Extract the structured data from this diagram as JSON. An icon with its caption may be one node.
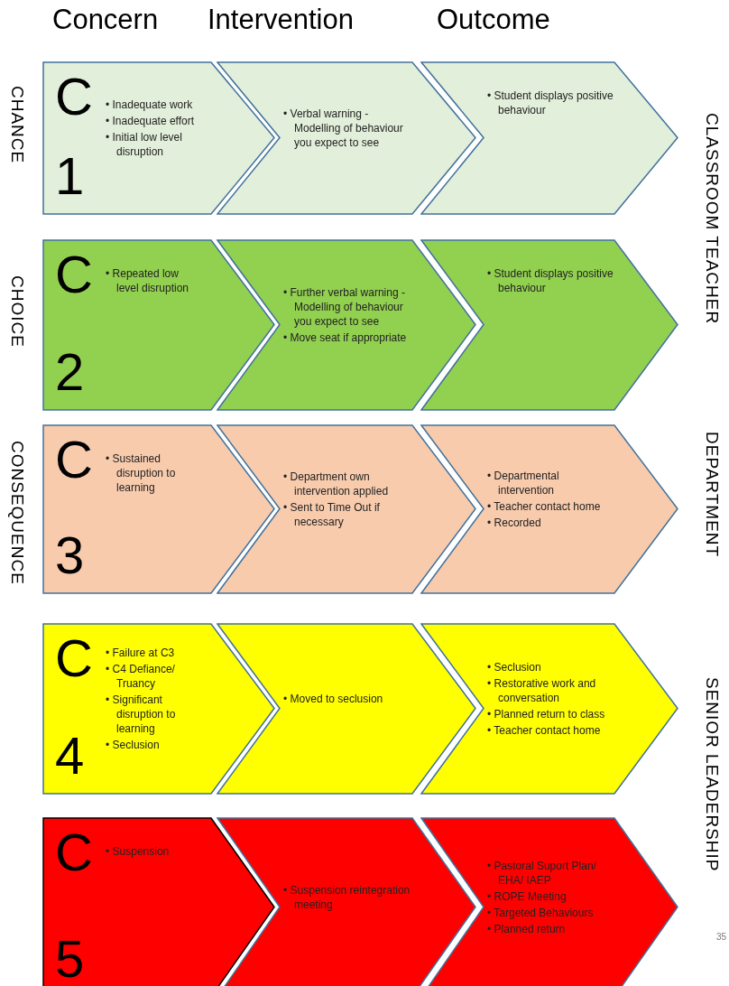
{
  "diagram": {
    "nodes": [
      {
        "text": [
          "C",
          "1",
          "• Inadequate work",
          "• Inadequate effort",
          "• Initial low level disruption"
        ]
      },
      {
        "text": [
          "• Verbal warning - Modelling of behaviour you expect to see"
        ]
      },
      {
        "text": [
          "• Student displays positive behaviour"
        ]
      },
      {
        "text": [
          "C",
          "2",
          "• Repeated low level disruption"
        ]
      },
      {
        "text": [
          "• Further verbal warning - Modelling of behaviour you expect to see",
          "• Move seat if appropriate"
        ]
      },
      {
        "text": [
          "• Student displays positive behaviour"
        ]
      },
      {
        "text": [
          "C",
          "3",
          "• Sustained disruption to learning"
        ]
      },
      {
        "text": [
          "• Department own intervention applied",
          "• Sent to Time Out if necessary"
        ]
      },
      {
        "text": [
          "• Departmental intervention",
          "• Teacher contact home",
          "• Recorded"
        ]
      },
      {
        "text": [
          "C",
          "4",
          "• Failure at C3",
          "• C4 Defiance/ Truancy",
          "• Significant disruption to learning",
          "• Seclusion"
        ]
      },
      {
        "text": [
          "• Moved to seclusion"
        ]
      },
      {
        "text": [
          "• Seclusion",
          "• Restorative work and conversation",
          "• Planned return to class",
          "• Teacher contact home"
        ]
      },
      {
        "text": [
          "C",
          "5",
          "• Suspension"
        ]
      },
      {
        "text": [
          "• Suspension reintegration meeting"
        ]
      },
      {
        "text": [
          "• Pastoral Suport Plan/ EHA/ IAEP",
          "• ROPE Meeting",
          "• Targeted Behaviours",
          "• Planned return"
        ]
      }
    ],
    "edges": [],
    "labels": [
      "Concern",
      "Intervention",
      "Outcome",
      "CHANCE",
      "CHOICE",
      "CONSEQUENCE",
      "CLASSROOM TEACHER",
      "DEPARTMENT",
      "SENIOR LEADERSHIP",
      "35"
    ]
  }
}
